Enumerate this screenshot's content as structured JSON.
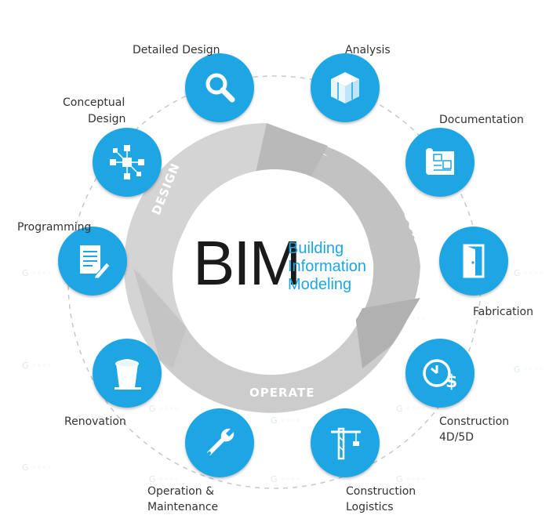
{
  "colors": {
    "accent": "#1da6e3",
    "ring": "#d0d0d0",
    "ring_dark": "#b4b4b4",
    "text": "#333333"
  },
  "center": {
    "acronym": "BIM",
    "line1": "Building",
    "line2": "Information",
    "line3": "Modeling"
  },
  "phases": {
    "design": "DESIGN",
    "build": "BUILD",
    "operate": "OPERATE"
  },
  "nodes": [
    {
      "label": "Detailed Design",
      "icon": "magnifier-icon"
    },
    {
      "label": "Analysis",
      "icon": "3d-cube-icon"
    },
    {
      "label": "Documentation",
      "icon": "blueprint-icon"
    },
    {
      "label": "Fabrication",
      "icon": "door-icon"
    },
    {
      "label_line1": "Construction",
      "label_line2": "4D/5D",
      "icon": "clock-dollar-icon"
    },
    {
      "label_line1": "Construction",
      "label_line2": "Logistics",
      "icon": "tower-crane-icon"
    },
    {
      "label_line1": "Operation &",
      "label_line2": "Maintenance",
      "icon": "wrench-icon"
    },
    {
      "label": "Renovation",
      "icon": "paint-bucket-icon"
    },
    {
      "label": "Programming",
      "icon": "document-pen-icon"
    },
    {
      "label_line1": "Conceptual",
      "label_line2": "Design",
      "icon": "network-icon"
    }
  ]
}
